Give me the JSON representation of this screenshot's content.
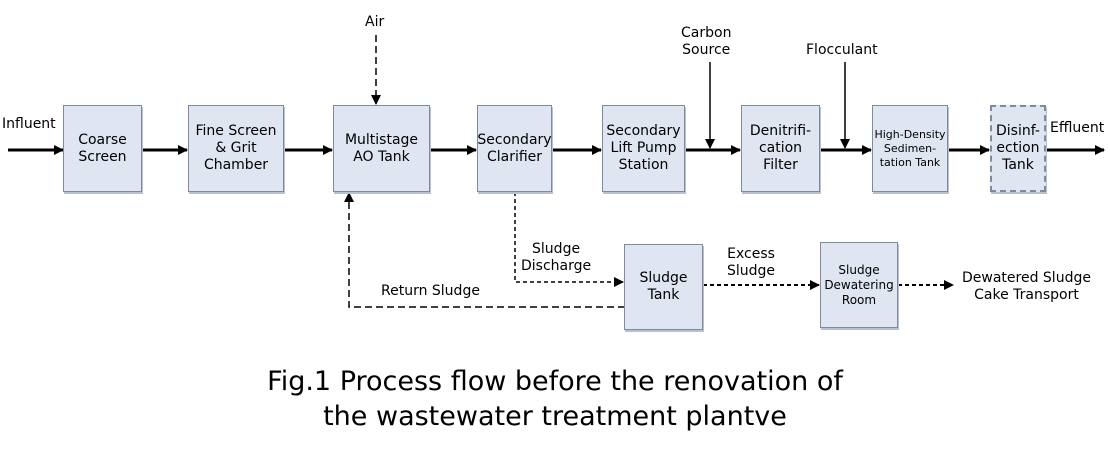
{
  "boxes": {
    "coarse_screen": "Coarse\nScreen",
    "fine_screen": "Fine Screen\n& Grit\nChamber",
    "ao_tank": "Multistage\nAO Tank",
    "secondary_clarifier": "Secondary\nClarifier",
    "lift_pump": "Secondary\nLift Pump\nStation",
    "denitrification": "Denitrifi-\ncation\nFilter",
    "high_density": "High-Density\nSedimen-\ntation Tank",
    "disinfection": "Disinf-\nection\nTank",
    "sludge_tank": "Sludge\nTank",
    "sludge_dewatering": "Sludge\nDewatering\nRoom"
  },
  "labels": {
    "influent": "Influent",
    "effluent": "Effluent",
    "air": "Air",
    "carbon_source": "Carbon\nSource",
    "flocculant": "Flocculant",
    "sludge_discharge": "Sludge\nDischarge",
    "return_sludge": "Return Sludge",
    "excess_sludge": "Excess\nSludge",
    "dewatered_cake": "Dewatered Sludge\nCake Transport"
  },
  "caption": "Fig.1 Process flow before the renovation of\nthe wastewater treatment plantve"
}
